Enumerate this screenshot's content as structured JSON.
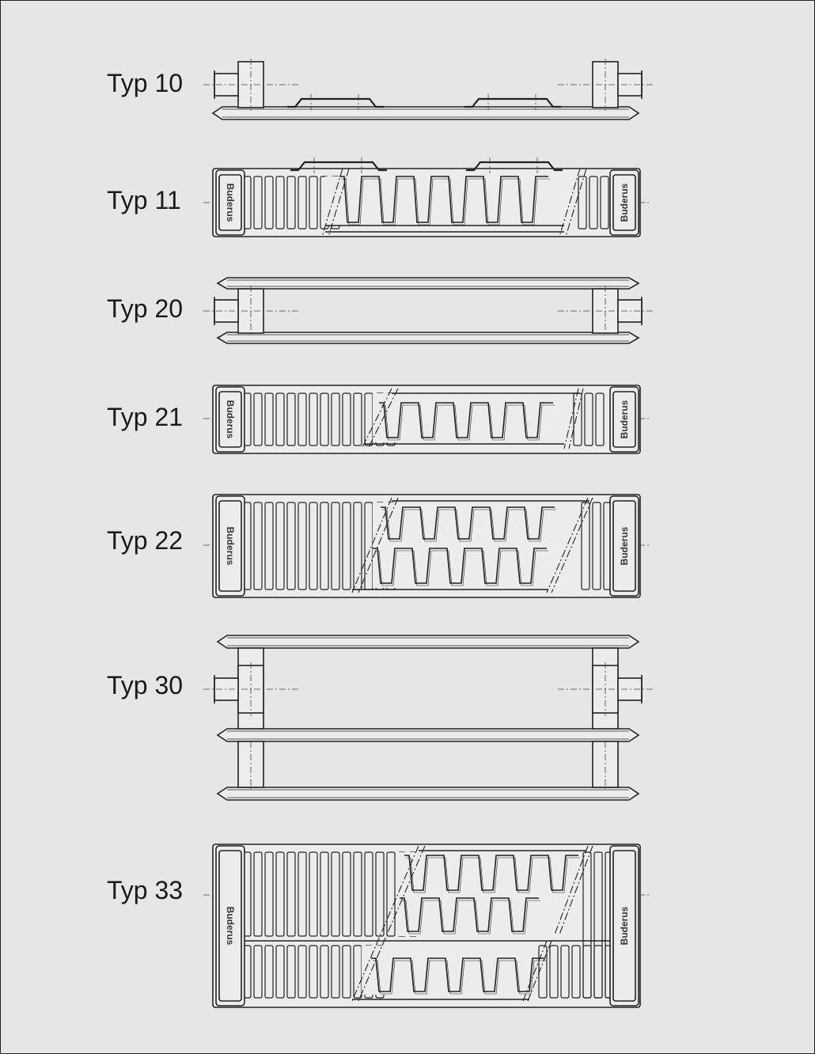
{
  "colors": {
    "background": "#e6e6e6",
    "line": "#222222",
    "fill": "#ececec"
  },
  "brand_text": "Buderus",
  "types": [
    {
      "id": "typ10",
      "label": "Typ 10"
    },
    {
      "id": "typ11",
      "label": "Typ 11"
    },
    {
      "id": "typ20",
      "label": "Typ 20"
    },
    {
      "id": "typ21",
      "label": "Typ 21"
    },
    {
      "id": "typ22",
      "label": "Typ 22"
    },
    {
      "id": "typ30",
      "label": "Typ 30"
    },
    {
      "id": "typ33",
      "label": "Typ 33"
    }
  ]
}
